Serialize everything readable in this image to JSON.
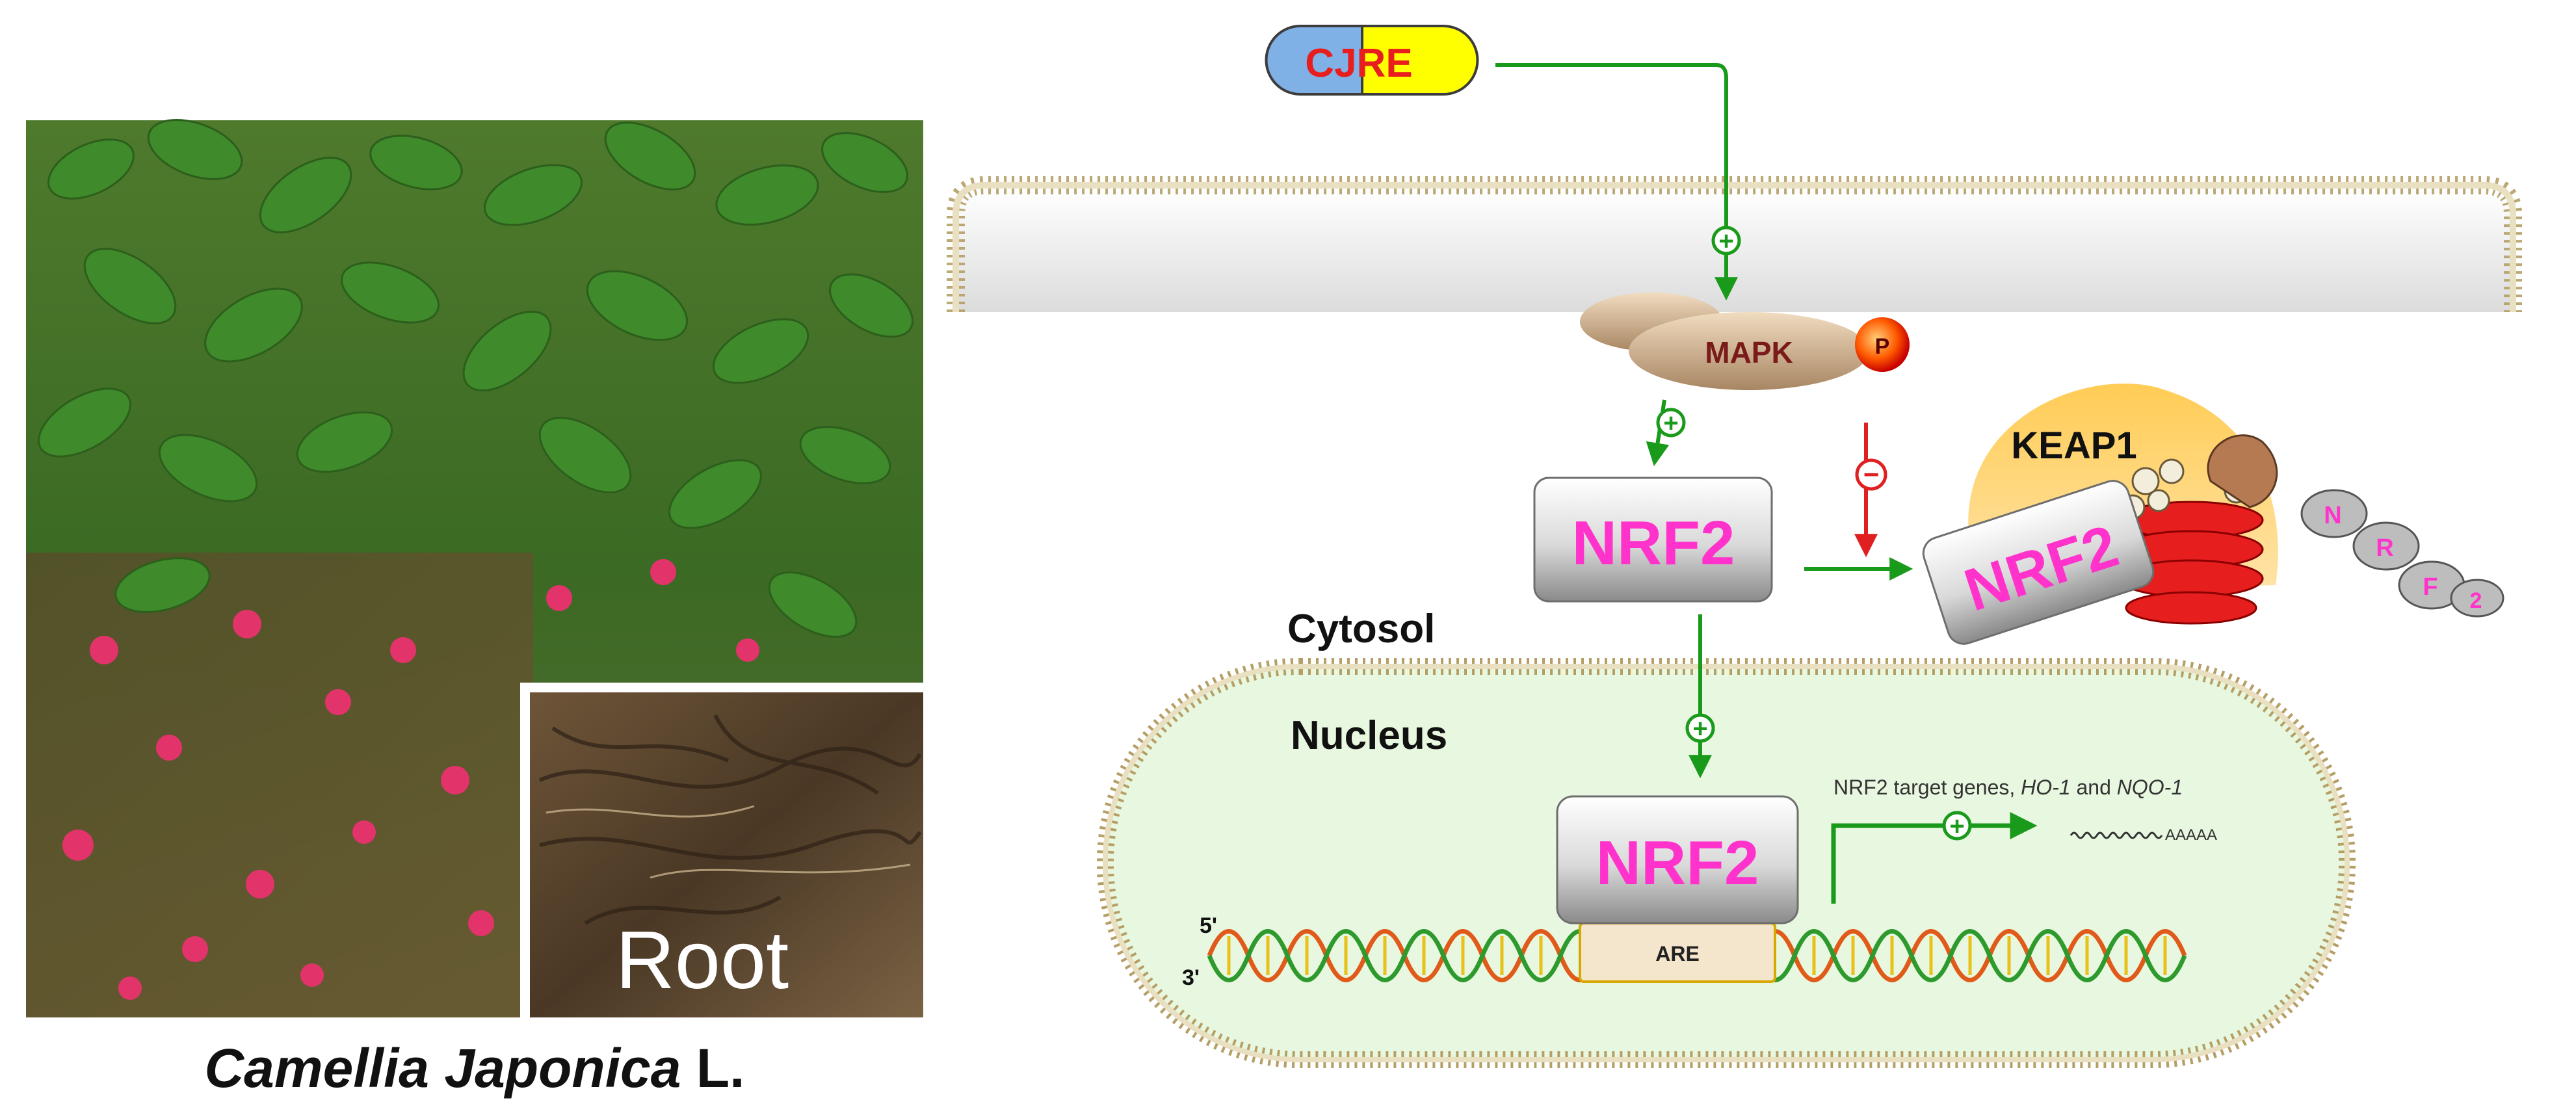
{
  "photo": {
    "caption_italic": "Camellia Japonica",
    "caption_suffix": " L.",
    "inset_label": "Root"
  },
  "compound": {
    "label": "CJRE"
  },
  "kinase": {
    "label": "MAPK",
    "phospho": "P"
  },
  "regions": {
    "cytosol": "Cytosol",
    "nucleus": "Nucleus"
  },
  "nrf2": {
    "label": "NRF2",
    "tail_letters": [
      "N",
      "R",
      "F",
      "2"
    ]
  },
  "keap1": {
    "label": "KEAP1"
  },
  "dna": {
    "five_prime": "5'",
    "three_prime": "3'",
    "element": "ARE"
  },
  "genes": {
    "prefix": "NRF2 target genes, ",
    "gene1": "HO-1",
    "and": " and ",
    "gene2": "NQO-1",
    "transcript": "AAAAA"
  },
  "signs": {
    "activate": "+",
    "inhibit": "−"
  },
  "colors": {
    "activation": "#1a9a1a",
    "inhibition": "#e02020",
    "nrf2_text": "#ff33cc",
    "membrane": "#c8b37a",
    "nucleus_fill": "#e8f7df"
  }
}
